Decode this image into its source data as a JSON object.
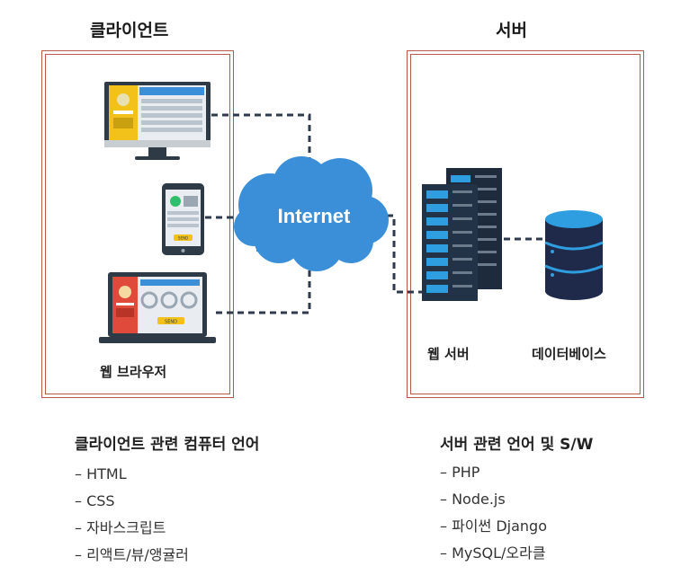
{
  "client": {
    "title": "클라이언트",
    "browser_label": "웹 브라우저",
    "languages_title": "클라이언트 관련 컴퓨터 언어",
    "languages": [
      "– HTML",
      "– CSS",
      "– 자바스크립트",
      "– 리액트/뷰/앵귤러"
    ]
  },
  "cloud": {
    "label": "Internet"
  },
  "server": {
    "title": "서버",
    "webserver_label": "웹 서버",
    "database_label": "데이터베이스",
    "languages_title": "서버 관련 언어 및 S/W",
    "languages": [
      "– PHP",
      "– Node.js",
      "– 파이썬 Django",
      "– MySQL/오라클"
    ]
  },
  "device_text": {
    "send": "SEND"
  },
  "colors": {
    "frame": "#b85a4a",
    "cloud": "#3a8fd8",
    "connector": "#2f3b4c",
    "rack": "#1d2b3d",
    "rack_slot": "#2f9ee0",
    "database": "#1f2a4a",
    "accent_yellow": "#f2c21a",
    "accent_red": "#e04a3a"
  }
}
